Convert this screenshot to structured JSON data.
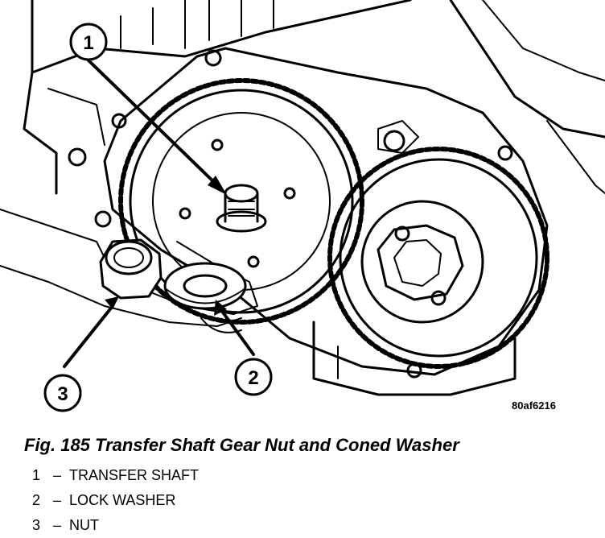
{
  "figure": {
    "reference_code": "80af6216",
    "caption": "Fig. 185 Transfer Shaft Gear Nut and Coned Washer",
    "callouts": [
      {
        "number": "1",
        "label": "TRANSFER SHAFT"
      },
      {
        "number": "2",
        "label": "LOCK WASHER"
      },
      {
        "number": "3",
        "label": "NUT"
      }
    ],
    "separator": "–"
  }
}
